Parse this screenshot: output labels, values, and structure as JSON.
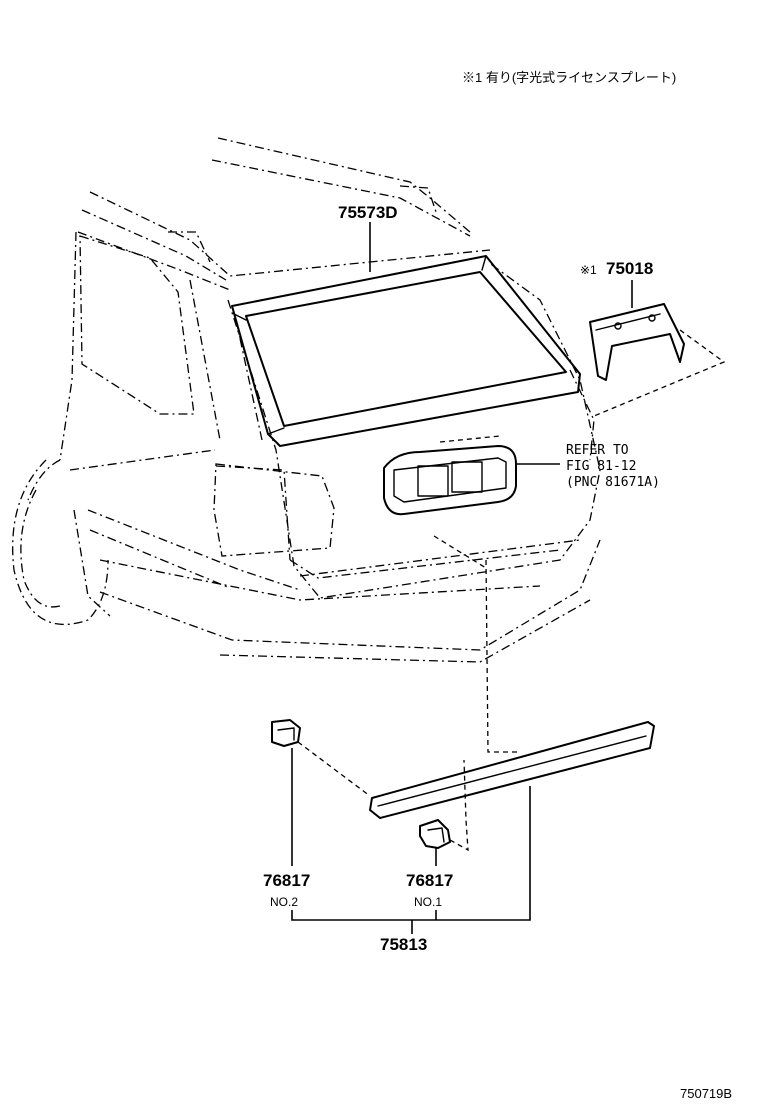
{
  "note": "※1 有り(字光式ライセンスプレート)",
  "parts": {
    "glass_molding": "75573D",
    "plate_part": {
      "marker": "※1",
      "number": "75018"
    },
    "refer": {
      "line1": "REFER TO",
      "line2": "FIG 81-12",
      "line3": "(PNC 81671A)"
    },
    "clip_left": {
      "number": "76817",
      "sub": "NO.2"
    },
    "clip_right": {
      "number": "76817",
      "sub": "NO.1"
    },
    "garnish": "75813"
  },
  "drawing_id": "750719B"
}
